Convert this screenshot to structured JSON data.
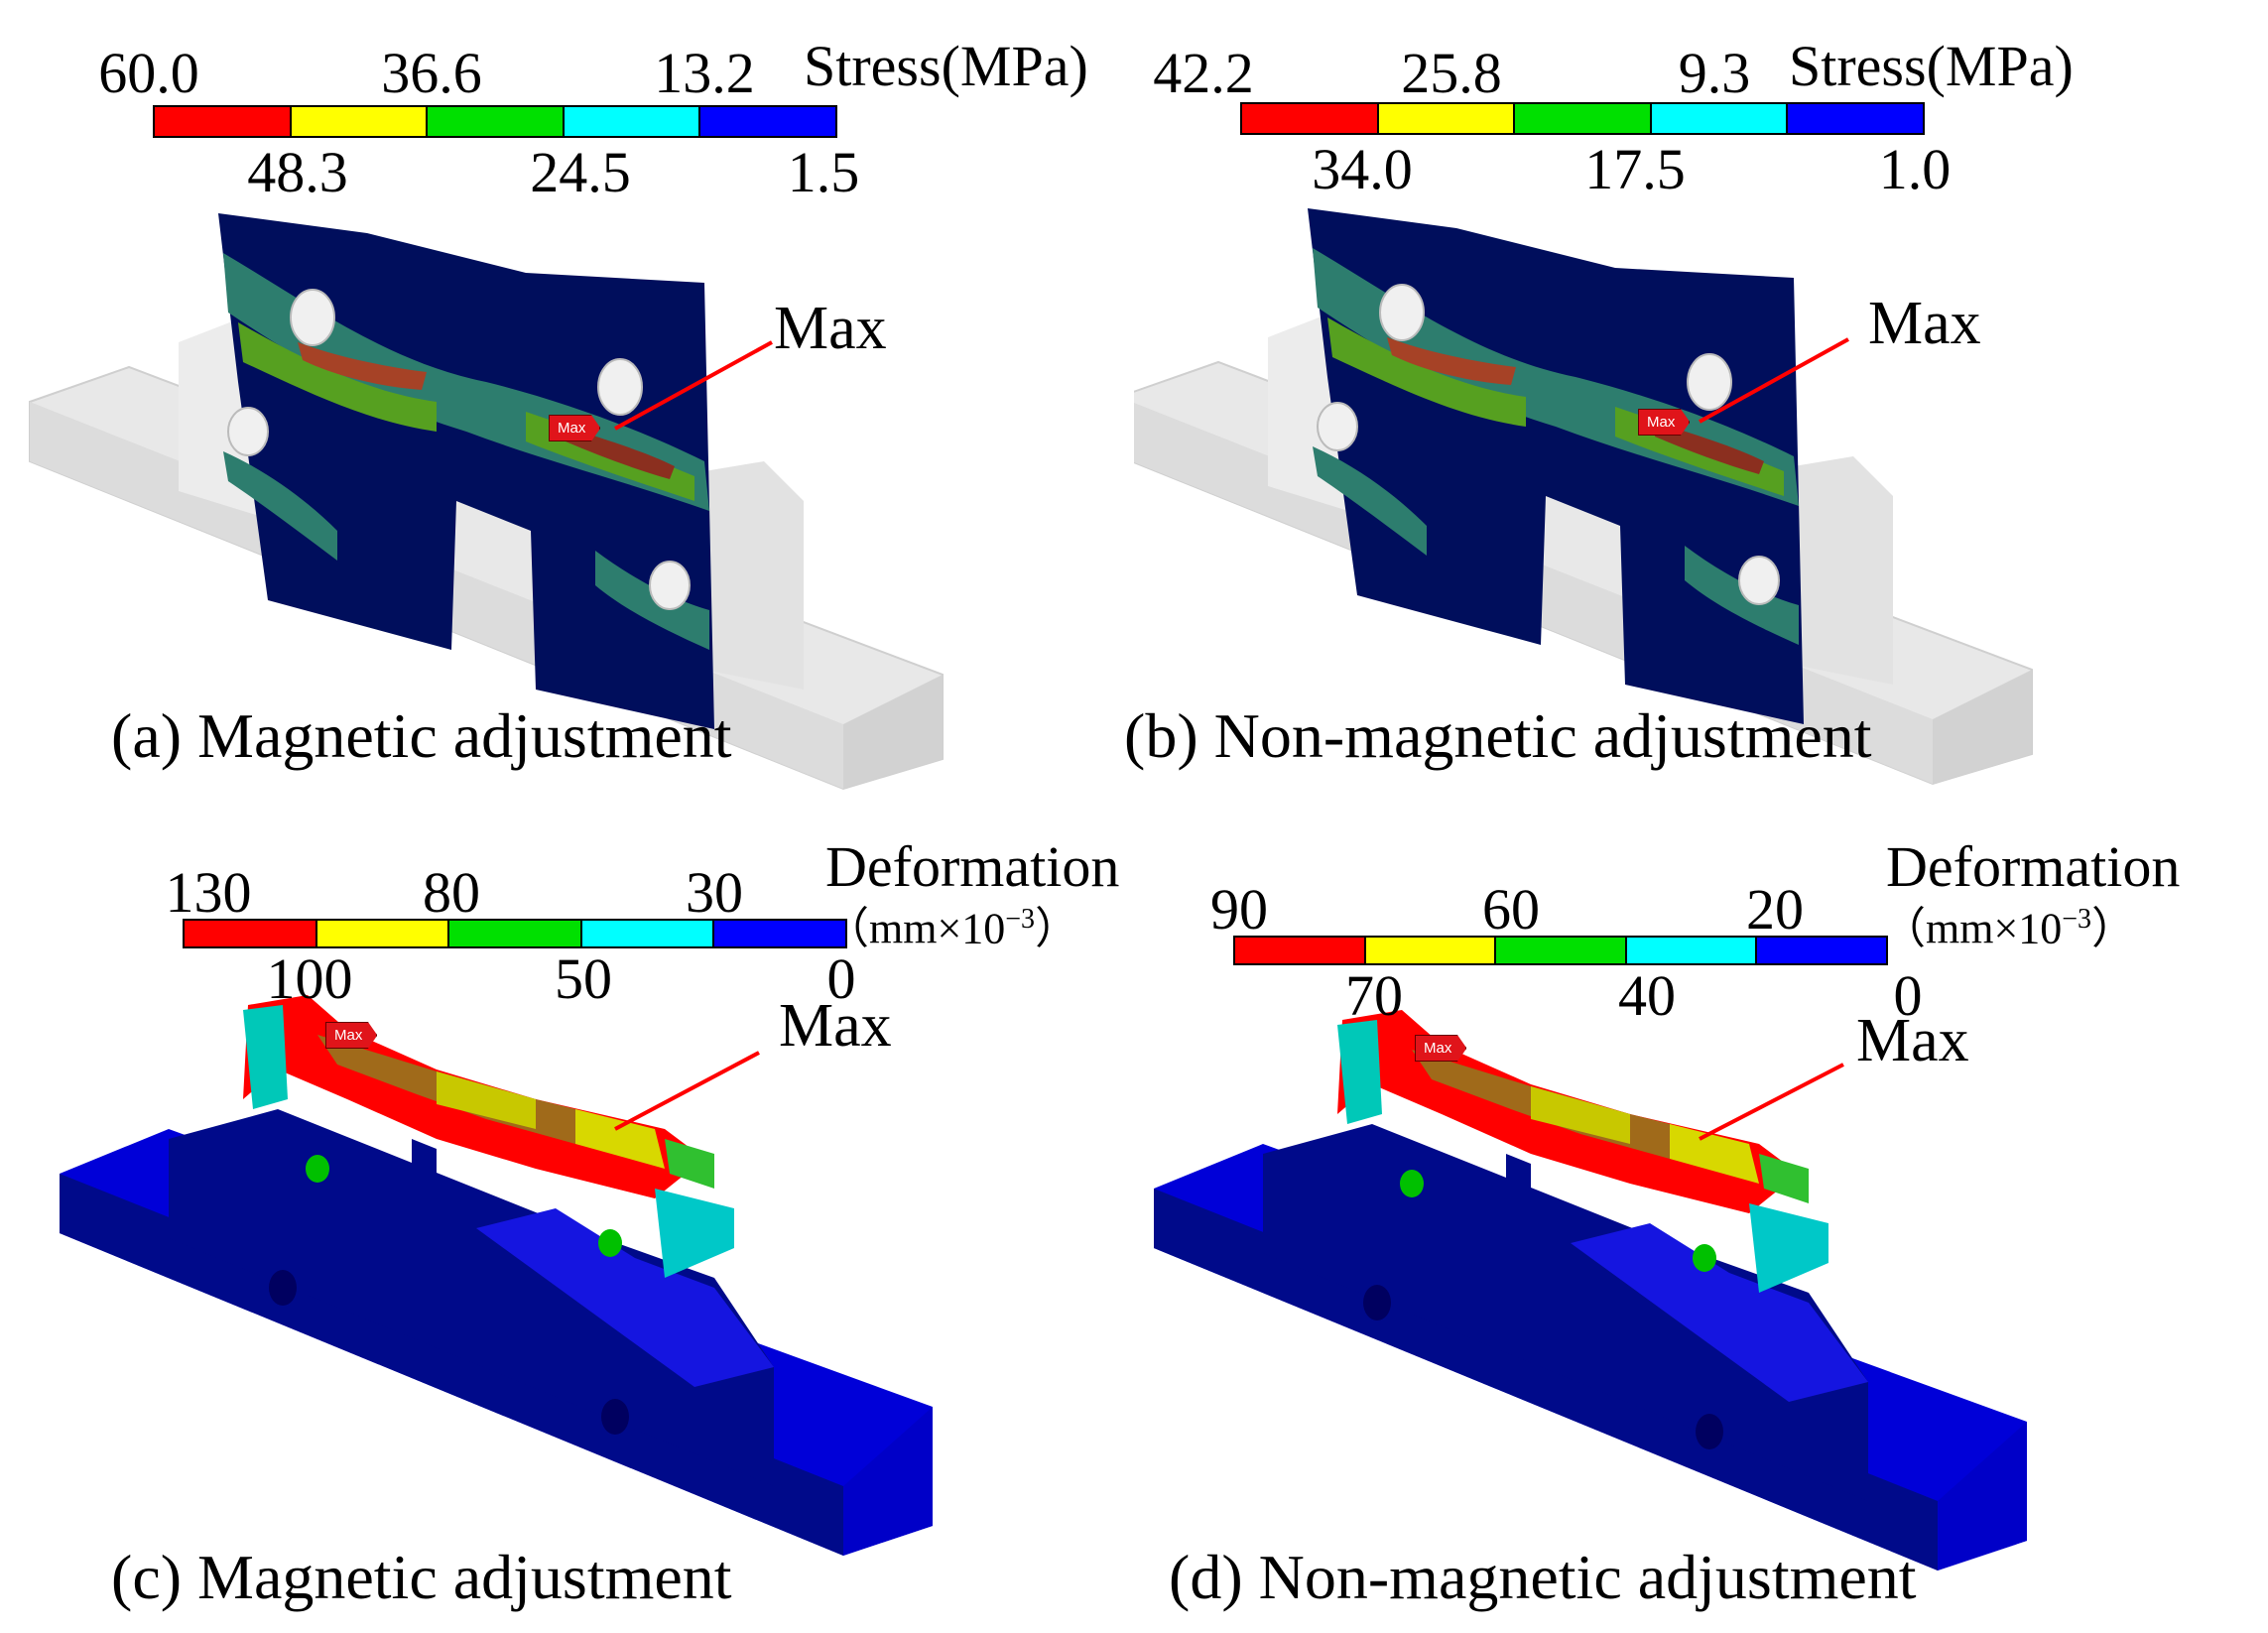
{
  "colors": {
    "scale": [
      "#ff0000",
      "#ffff00",
      "#00e000",
      "#00ffff",
      "#0000ff"
    ],
    "gray_part": "#e6e6e6",
    "navy": "#000e5c",
    "teal": "#2d7d6e",
    "green_band": "#56a020",
    "max_line": "#ff0000"
  },
  "panels": [
    {
      "caption": "(a) Magnetic adjustment",
      "legend": {
        "title": "Stress(MPa)",
        "unit": "",
        "top": [
          "60.0",
          "36.6",
          "13.2"
        ],
        "bottom": [
          "48.3",
          "24.5",
          "1.5"
        ]
      },
      "max_label": "Max",
      "max_tag": "Max"
    },
    {
      "caption": "(b) Non-magnetic adjustment",
      "legend": {
        "title": "Stress(MPa)",
        "unit": "",
        "top": [
          "42.2",
          "25.8",
          "9.3"
        ],
        "bottom": [
          "34.0",
          "17.5",
          "1.0"
        ]
      },
      "max_label": "Max",
      "max_tag": "Max"
    },
    {
      "caption": "(c) Magnetic adjustment",
      "legend": {
        "title": "Deformation",
        "unit_prefix": "（mm×10",
        "unit_exp": "−3",
        "unit_suffix": "）",
        "top": [
          "130",
          "80",
          "30"
        ],
        "bottom": [
          "100",
          "50",
          "0"
        ]
      },
      "max_label": "Max",
      "max_tag": "Max"
    },
    {
      "caption": "(d) Non-magnetic adjustment",
      "legend": {
        "title": "Deformation",
        "unit_prefix": "（mm×10",
        "unit_exp": "−3",
        "unit_suffix": "）",
        "top": [
          "90",
          "60",
          "20"
        ],
        "bottom": [
          "70",
          "40",
          "0"
        ]
      },
      "max_label": "Max",
      "max_tag": "Max"
    }
  ]
}
